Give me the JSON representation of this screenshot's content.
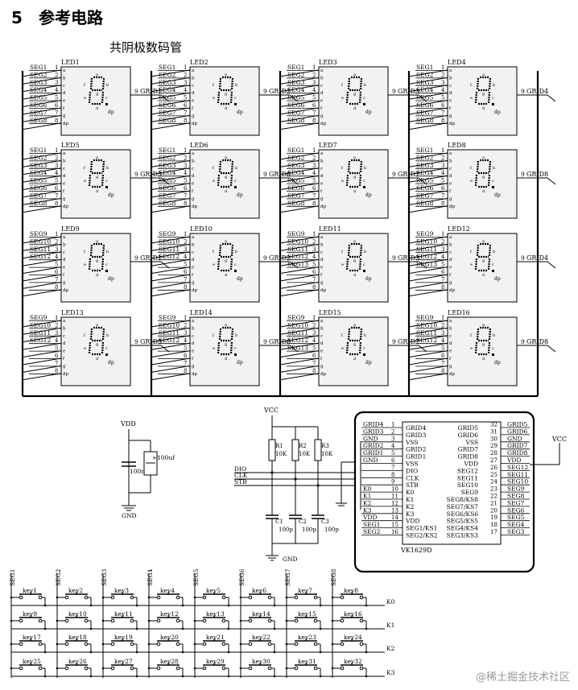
{
  "header": {
    "section_number": "5",
    "section_title": "参考电路"
  },
  "subtitle": "共阴极数码管",
  "led_grid": {
    "digit": {
      "segments": [
        "a",
        "b",
        "c",
        "d",
        "e",
        "f",
        "g"
      ],
      "dp_label": "dp",
      "bottom_label": "dp",
      "common_pin": "9"
    },
    "leds": [
      {
        "name": "LED1",
        "grid": "GRID1",
        "inputs": [
          "SEG1",
          "SEG2",
          "SEG3",
          "SEG4",
          "SEG5",
          "SEG6",
          "SEG7",
          "SEG8"
        ]
      },
      {
        "name": "LED2",
        "grid": "GRID2",
        "inputs": [
          "SEG1",
          "SEG2",
          "SEG3",
          "SEG4",
          "SEG5",
          "SEG6",
          "SEG7",
          "SEG8"
        ]
      },
      {
        "name": "LED3",
        "grid": "GRID3",
        "inputs": [
          "SEG1",
          "SEG2",
          "SEG3",
          "SEG4",
          "SEG5",
          "SEG6",
          "SEG7",
          "SEG8"
        ]
      },
      {
        "name": "LED4",
        "grid": "GRID4",
        "inputs": [
          "SEG1",
          "SEG2",
          "SEG3",
          "SEG4",
          "SEG5",
          "SEG6",
          "SEG7",
          "SEG8"
        ]
      },
      {
        "name": "LED5",
        "grid": "GRID5",
        "inputs": [
          "SEG1",
          "SEG2",
          "SEG3",
          "SEG4",
          "SEG5",
          "SEG6",
          "SEG7",
          "SEG8"
        ]
      },
      {
        "name": "LED6",
        "grid": "GRID6",
        "inputs": [
          "SEG1",
          "SEG2",
          "SEG3",
          "SEG4",
          "SEG5",
          "SEG6",
          "SEG7",
          "SEG8"
        ]
      },
      {
        "name": "LED7",
        "grid": "GRID7",
        "inputs": [
          "SEG1",
          "SEG2",
          "SEG3",
          "SEG4",
          "SEG5",
          "SEG6",
          "SEG7",
          "SEG8"
        ]
      },
      {
        "name": "LED8",
        "grid": "GRID8",
        "inputs": [
          "SEG1",
          "SEG2",
          "SEG3",
          "SEG4",
          "SEG5",
          "SEG6",
          "SEG7",
          "SEG8"
        ]
      },
      {
        "name": "LED9",
        "grid": "GRID1",
        "inputs": [
          "SEG9",
          "SEG10",
          "SEG11",
          "SEG12",
          "",
          "",
          "",
          ""
        ]
      },
      {
        "name": "LED10",
        "grid": "GRID2",
        "inputs": [
          "SEG9",
          "SEG10",
          "SEG11",
          "SEG12",
          "",
          "",
          "",
          ""
        ]
      },
      {
        "name": "LED11",
        "grid": "GRID3",
        "inputs": [
          "SEG9",
          "SEG10",
          "SEG11",
          "SEG12",
          "SEG13",
          "",
          "",
          ""
        ]
      },
      {
        "name": "LED12",
        "grid": "GRID4",
        "inputs": [
          "SEG9",
          "SEG10",
          "SEG11",
          "SEG12",
          "SEG13",
          "",
          "",
          ""
        ]
      },
      {
        "name": "LED13",
        "grid": "GRID5",
        "inputs": [
          "SEG9",
          "SEG10",
          "SEG11",
          "SEG12",
          "",
          "",
          "",
          ""
        ]
      },
      {
        "name": "LED14",
        "grid": "GRID6",
        "inputs": [
          "SEG9",
          "SEG10",
          "SEG11",
          "SEG12",
          "",
          "",
          "",
          ""
        ]
      },
      {
        "name": "LED15",
        "grid": "GRID7",
        "inputs": [
          "SEG9",
          "SEG10",
          "SEG11",
          "SEG12",
          "SEG13",
          "",
          "",
          ""
        ]
      },
      {
        "name": "LED16",
        "grid": "GRID8",
        "inputs": [
          "SEG9",
          "SEG10",
          "SEG11",
          "SEG12",
          "",
          "",
          "",
          ""
        ]
      }
    ]
  },
  "power": {
    "vdd": "VDD",
    "gnd": "GND",
    "cap1": "100nf",
    "cap2": "100uf",
    "plus": "+"
  },
  "pullups": {
    "vcc": "VCC",
    "gnd": "GND",
    "signals": [
      "DIO",
      "CLK",
      "STB"
    ],
    "resistors": [
      {
        "name": "R1",
        "value": "10K"
      },
      {
        "name": "R2",
        "value": "10K"
      },
      {
        "name": "R3",
        "value": "10K"
      }
    ],
    "capacitors": [
      {
        "name": "C1",
        "value": "100p"
      },
      {
        "name": "C2",
        "value": "100p"
      },
      {
        "name": "C3",
        "value": "100p"
      }
    ]
  },
  "ic": {
    "name": "VK1629D",
    "vcc": "VCC",
    "left_pins": [
      {
        "net": "GRID4",
        "num": "1",
        "label": "GRID4"
      },
      {
        "net": "GRID3",
        "num": "2",
        "label": "GRID3"
      },
      {
        "net": "GND",
        "num": "3",
        "label": "VSS"
      },
      {
        "net": "GRID2",
        "num": "4",
        "label": "GRID2"
      },
      {
        "net": "GRID1",
        "num": "5",
        "label": "GRID1"
      },
      {
        "net": "GND",
        "num": "6",
        "label": "VSS"
      },
      {
        "net": "",
        "num": "7",
        "label": "DIO"
      },
      {
        "net": "",
        "num": "8",
        "label": "CLK"
      },
      {
        "net": "",
        "num": "9",
        "label": "STB"
      },
      {
        "net": "K0",
        "num": "10",
        "label": "K0"
      },
      {
        "net": "K1",
        "num": "11",
        "label": "K1"
      },
      {
        "net": "K2",
        "num": "12",
        "label": "K2"
      },
      {
        "net": "K3",
        "num": "13",
        "label": "K3"
      },
      {
        "net": "VDD",
        "num": "14",
        "label": "VDD"
      },
      {
        "net": "SEG1",
        "num": "15",
        "label": "SEG1/KS1"
      },
      {
        "net": "SEG2",
        "num": "16",
        "label": "SEG2/KS2"
      }
    ],
    "right_pins": [
      {
        "label": "GRID5",
        "num": "32",
        "net": "GRID5"
      },
      {
        "label": "GRID6",
        "num": "31",
        "net": "GRID6"
      },
      {
        "label": "VSS",
        "num": "30",
        "net": "GND"
      },
      {
        "label": "GRID7",
        "num": "29",
        "net": "GRID7"
      },
      {
        "label": "GRID8",
        "num": "28",
        "net": "GRID8"
      },
      {
        "label": "VDD",
        "num": "27",
        "net": "VDD"
      },
      {
        "label": "SEG12",
        "num": "26",
        "net": "SEG12"
      },
      {
        "label": "SEG11",
        "num": "25",
        "net": "SEG11"
      },
      {
        "label": "SEG10",
        "num": "24",
        "net": "SEG10"
      },
      {
        "label": "SEG9",
        "num": "23",
        "net": "SEG9"
      },
      {
        "label": "SEG8/KS8",
        "num": "22",
        "net": "SEG8"
      },
      {
        "label": "SEG7/KS7",
        "num": "21",
        "net": "SEG7"
      },
      {
        "label": "SEG6/KS6",
        "num": "20",
        "net": "SEG6"
      },
      {
        "label": "SEG5/KS5",
        "num": "19",
        "net": "SEG5"
      },
      {
        "label": "SEG4/KS4",
        "num": "18",
        "net": "SEG4"
      },
      {
        "label": "SEG3/KS3",
        "num": "17",
        "net": "SEG3"
      }
    ]
  },
  "keypad": {
    "columns": [
      "SEG1",
      "SEG2",
      "SEG3",
      "SEG4",
      "SEG5",
      "SEG6",
      "SEG7",
      "SEG8"
    ],
    "rows": [
      "K0",
      "K1",
      "K2",
      "K3"
    ],
    "keys": [
      "key1",
      "key2",
      "key3",
      "key4",
      "key5",
      "key6",
      "key7",
      "key8",
      "key9",
      "key10",
      "key11",
      "key12",
      "key13",
      "key14",
      "key15",
      "key16",
      "key17",
      "key18",
      "key19",
      "key20",
      "key21",
      "key22",
      "key23",
      "key24",
      "key25",
      "key26",
      "key27",
      "key28",
      "key29",
      "key30",
      "key31",
      "key32"
    ]
  },
  "watermark": "@稀土掘金技术社区"
}
